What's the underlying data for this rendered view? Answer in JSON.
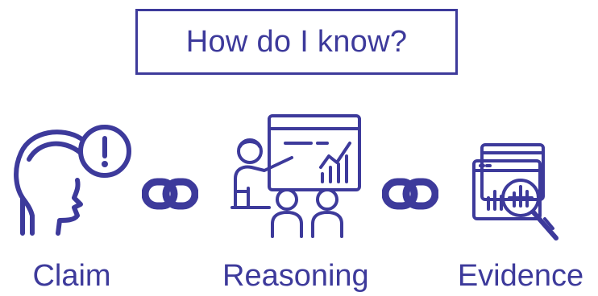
{
  "title": "How do I know?",
  "steps": [
    {
      "label": "Claim",
      "icon": "head-exclamation-icon"
    },
    {
      "label": "Reasoning",
      "icon": "presenter-audience-icon"
    },
    {
      "label": "Evidence",
      "icon": "data-magnifier-icon"
    }
  ],
  "connector_icon": "chain-link-icon",
  "accent_color": "#3d3a9b"
}
